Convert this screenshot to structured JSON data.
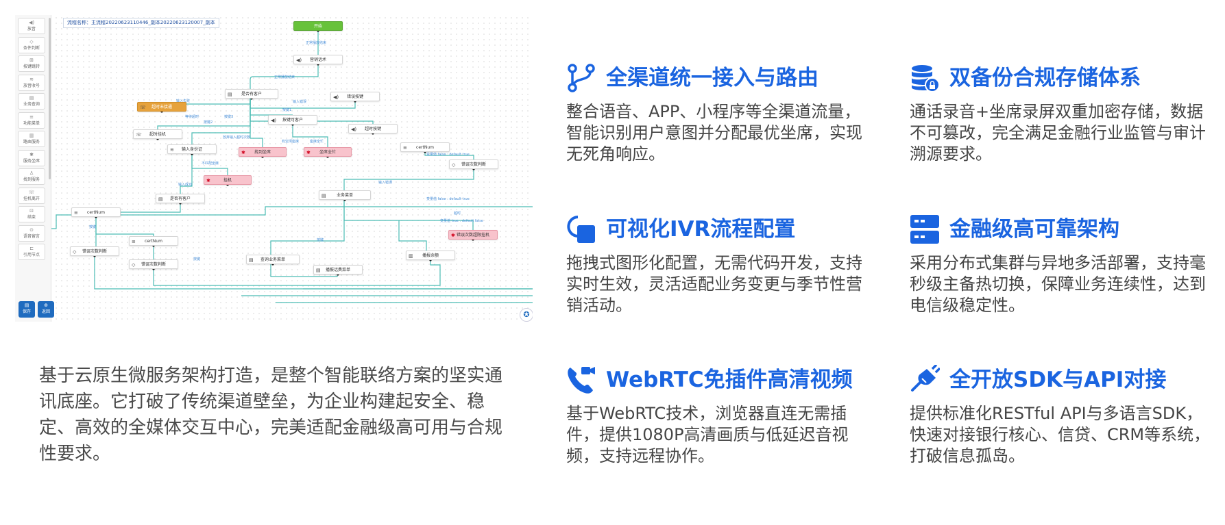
{
  "colors": {
    "accent": "#1a64e0",
    "edge": "#4bbcb3",
    "start_node": "#67c23a",
    "warn_node": "#e6a23c",
    "pink_node": "#f8c3cc"
  },
  "editor": {
    "flow_title": "流程名称：主流程20220623110446_副本20220623120007_副本",
    "palette": [
      {
        "icon": "speaker-icon",
        "glyph": "◀)",
        "label": "放音"
      },
      {
        "icon": "branch-icon",
        "glyph": "◇",
        "label": "条件判断"
      },
      {
        "icon": "keypad-icon",
        "glyph": "⊞",
        "label": "按键跳转"
      },
      {
        "icon": "signal-icon",
        "glyph": "≋",
        "label": "放音收号"
      },
      {
        "icon": "search-icon",
        "glyph": "▤",
        "label": "业务查询"
      },
      {
        "icon": "menu-icon",
        "glyph": "≡",
        "label": "功能菜单"
      },
      {
        "icon": "chart-icon",
        "glyph": "▥",
        "label": "路由服务"
      },
      {
        "icon": "gear-icon",
        "glyph": "✱",
        "label": "服务坐席"
      },
      {
        "icon": "user-icon",
        "glyph": "♙",
        "label": "找到服务"
      },
      {
        "icon": "phone-icon",
        "glyph": "☏",
        "label": "挂机离开"
      },
      {
        "icon": "end-icon",
        "glyph": "⊡",
        "label": "结束"
      },
      {
        "icon": "voicemail-icon",
        "glyph": "⊙",
        "label": "语音留言"
      },
      {
        "icon": "sub-flow-icon",
        "glyph": "⊏",
        "label": "引用节点"
      }
    ],
    "buttons": {
      "save": "保存",
      "back": "返回"
    },
    "nodes": [
      {
        "text": "开始",
        "style": "start",
        "icon": ""
      },
      {
        "text": "营销话术",
        "style": "",
        "icon": "◀)"
      },
      {
        "text": "是否有客户",
        "style": "",
        "icon": "▤"
      },
      {
        "text": "超时未接通",
        "style": "orange",
        "icon": "☏"
      },
      {
        "text": "错误按键",
        "style": "",
        "icon": "◀)"
      },
      {
        "text": "按键可客户",
        "style": "",
        "icon": "◀)"
      },
      {
        "text": "超时按键",
        "style": "",
        "icon": "◀)"
      },
      {
        "text": "超时挂机",
        "style": "",
        "icon": "☏"
      },
      {
        "text": "输入身份证",
        "style": "",
        "icon": "≋"
      },
      {
        "text": "找到坐席",
        "style": "pink",
        "icon": "✱"
      },
      {
        "text": "坐席全忙",
        "style": "pink",
        "icon": "✱"
      },
      {
        "text": "certNum",
        "style": "",
        "icon": "≡"
      },
      {
        "text": "错误次数判断",
        "style": "",
        "icon": "◇"
      },
      {
        "text": "挂机",
        "style": "pink",
        "icon": "✱"
      },
      {
        "text": "是否有客户",
        "style": "",
        "icon": "▤"
      },
      {
        "text": "业务菜单",
        "style": "",
        "icon": "▤"
      },
      {
        "text": "certNum",
        "style": "",
        "icon": "≡"
      },
      {
        "text": "错误次数超限挂机",
        "style": "pink",
        "icon": "✱"
      },
      {
        "text": "certNum",
        "style": "",
        "icon": "≡"
      },
      {
        "text": "错误次数判断",
        "style": "",
        "icon": "◇"
      },
      {
        "text": "错误次数判断",
        "style": "",
        "icon": "◇"
      },
      {
        "text": "查询业务菜单",
        "style": "",
        "icon": "▤"
      },
      {
        "text": "播报余额",
        "style": "",
        "icon": "▥"
      },
      {
        "text": "播报话费菜单",
        "style": "",
        "icon": "▤"
      }
    ],
    "edge_labels": [
      "正常播放结束",
      "正常播放结束",
      "输入失败",
      "输入错误",
      "等待超时",
      "按键1",
      "按键2",
      "按键3",
      "放弃输入超时次数",
      "有空闲座席",
      "座席全忙",
      "不匹配坐席",
      "输入成功",
      "输入错误",
      "变量值 false : default true",
      "变量值 true : default false",
      "超时",
      "按键",
      "变量值 false : default true",
      "按键",
      "按键"
    ]
  },
  "intro": "基于云原生微服务架构打造，是整个智能联络方案的坚实通讯底座。它打破了传统渠道壁垒，为企业构建起安全、稳定、高效的全媒体交互中心，完美适配金融级高可用与合规性要求。",
  "features": [
    {
      "icon": "routing-icon",
      "title": "全渠道统一接入与路由",
      "desc": "整合语音、APP、小程序等全渠道流量，智能识别用户意图并分配最优坐席，实现无死角响应。"
    },
    {
      "icon": "database-lock-icon",
      "title": "双备份合规存储体系",
      "desc": "通话录音+坐席录屏双重加密存储，数据不可篡改，完全满足金融行业监管与审计溯源要求。"
    },
    {
      "icon": "visual-flow-icon",
      "title": "可视化IVR流程配置",
      "desc": "拖拽式图形化配置，无需代码开发，支持实时生效，灵活适配业务变更与季节性营销活动。"
    },
    {
      "icon": "server-icon",
      "title": "金融级高可靠架构",
      "desc": "采用分布式集群与异地多活部署，支持毫秒级主备热切换，保障业务连续性，达到电信级稳定性。"
    },
    {
      "icon": "video-call-icon",
      "title": "WebRTC免插件高清视频",
      "desc": "基于WebRTC技术，浏览器直连无需插件，提供1080P高清画质与低延迟音视频，支持远程协作。"
    },
    {
      "icon": "plug-icon",
      "title": "全开放SDK与API对接",
      "desc": "提供标准化RESTful API与多语言SDK，快速对接银行核心、信贷、CRM等系统，打破信息孤岛。"
    }
  ]
}
